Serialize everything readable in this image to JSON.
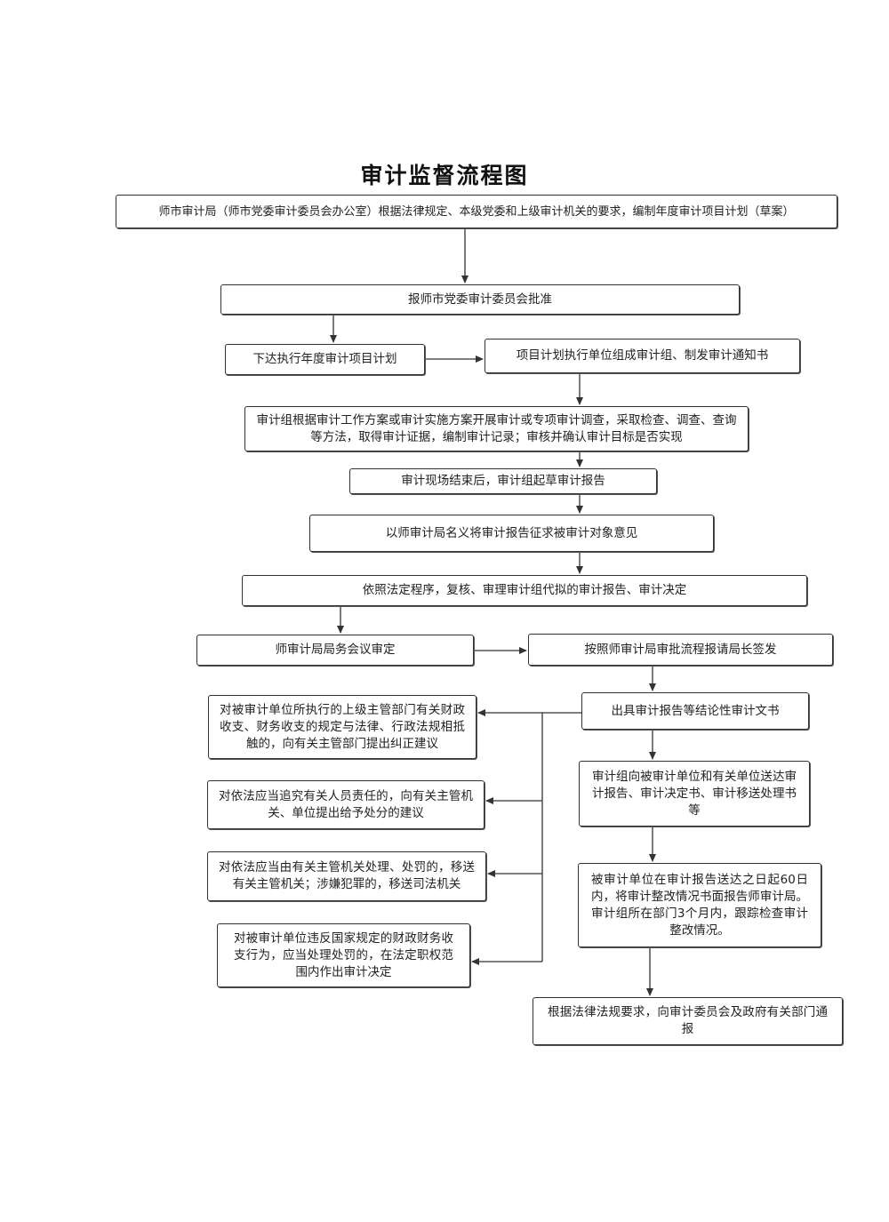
{
  "title": "审计监督流程图",
  "nodes": {
    "n1": "师市审计局（师市党委审计委员会办公室）根据法律规定、本级党委和上级审计机关的要求，编制年度审计项目计划（草案）",
    "n2": "报师市党委审计委员会批准",
    "n3": "下达执行年度审计项目计划",
    "n4": "项目计划执行单位组成审计组、制发审计通知书",
    "n5": "审计组根据审计工作方案或审计实施方案开展审计或专项审计调查，采取检查、调查、查询等方法，取得审计证据，编制审计记录；审核并确认审计目标是否实现",
    "n6": "审计现场结束后，审计组起草审计报告",
    "n7": "以师审计局名义将审计报告征求被审计对象意见",
    "n8": "依照法定程序，复核、审理审计组代拟的审计报告、审计决定",
    "n9": "师审计局局务会议审定",
    "n10": "按照师审计局审批流程报请局长签发",
    "n11": "出具审计报告等结论性审计文书",
    "n12": "对被审计单位所执行的上级主管部门有关财政收支、财务收支的规定与法律、行政法规相抵触的，向有关主管部门提出纠正建议",
    "n13": "对依法应当追究有关人员责任的，向有关主管机关、单位提出给予处分的建议",
    "n14": "对依法应当由有关主管机关处理、处罚的，移送有关主管机关；涉嫌犯罪的，移送司法机关",
    "n15": "对被审计单位违反国家规定的财政财务收支行为，应当处理处罚的，在法定职权范围内作出审计决定",
    "n16": "审计组向被审计单位和有关单位送达审计报告、审计决定书、审计移送处理书等",
    "n17": "被审计单位在审计报告送达之日起60日内，将审计整改情况书面报告师审计局。审计组所在部门3个月内，跟踪检查审计整改情况。",
    "n18": "根据法律法规要求，向审计委员会及政府有关部门通报"
  }
}
